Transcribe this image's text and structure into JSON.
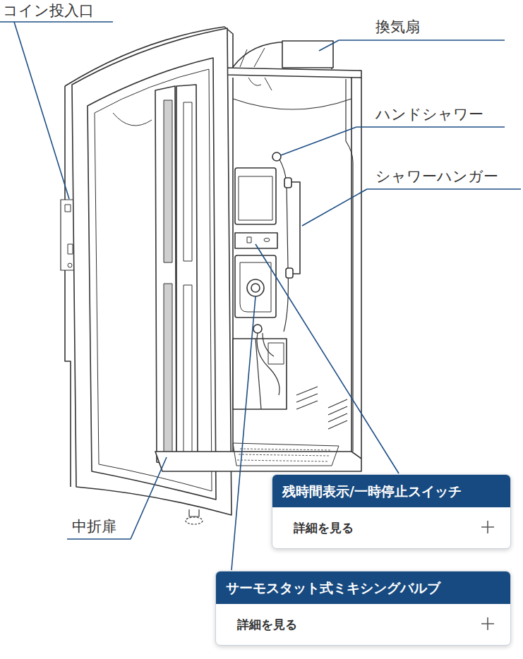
{
  "diagram": {
    "nodes": [
      {
        "text": [
          "残時間表示/一時停止スイッチ",
          "詳細を見る"
        ]
      },
      {
        "text": [
          "サーモスタット式ミキシングバルブ",
          "詳細を見る"
        ]
      }
    ],
    "labels": [
      "コイン投入口",
      "換気扇",
      "ハンドシャワー",
      "シャワーハンガー",
      "中折扉"
    ]
  }
}
